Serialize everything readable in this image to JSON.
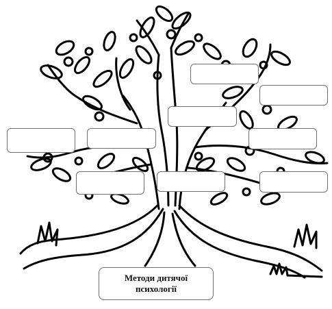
{
  "diagram": {
    "title_line1": "Методи дитячої",
    "title_line2": "психології",
    "boxes": [
      {
        "id": "box-1",
        "text": ""
      },
      {
        "id": "box-2",
        "text": ""
      },
      {
        "id": "box-3",
        "text": ""
      },
      {
        "id": "box-4",
        "text": ""
      },
      {
        "id": "box-5",
        "text": ""
      },
      {
        "id": "box-6",
        "text": ""
      },
      {
        "id": "box-7",
        "text": ""
      },
      {
        "id": "box-8",
        "text": ""
      },
      {
        "id": "box-9",
        "text": ""
      }
    ]
  },
  "colors": {
    "ink": "#000000",
    "box_border": "#6e6e6e",
    "background": "#ffffff"
  }
}
